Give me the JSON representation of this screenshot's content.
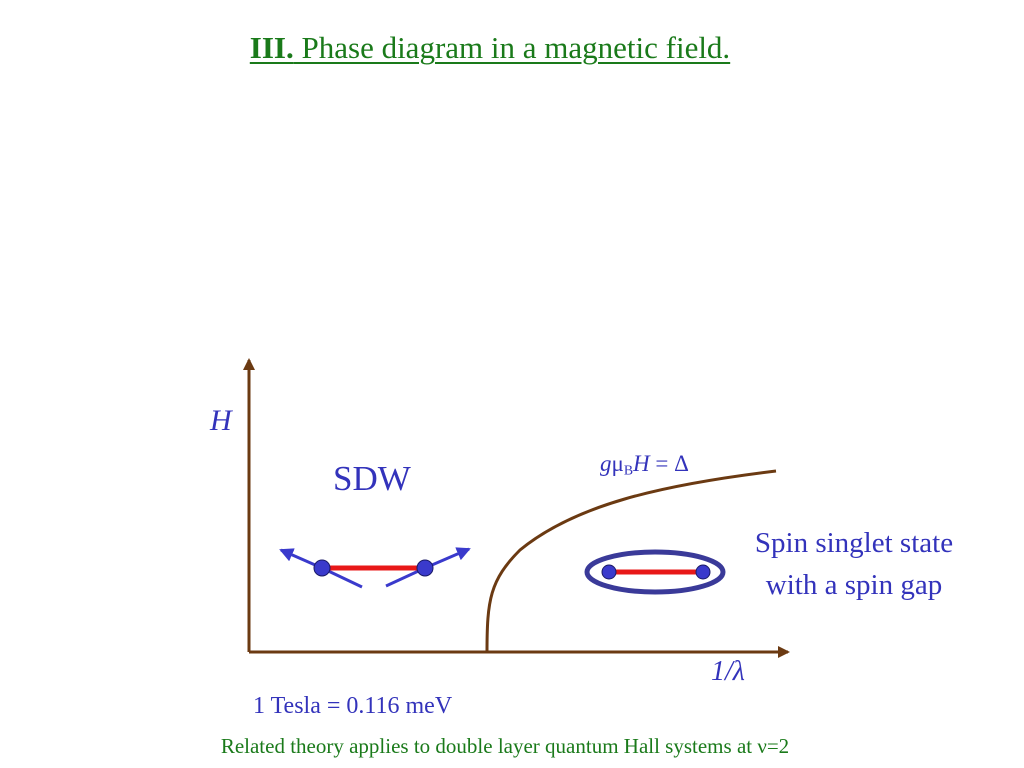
{
  "title": {
    "prefix": "III.",
    "text": "Phase diagram in a magnetic field."
  },
  "axes": {
    "y_label": "H",
    "x_label": "1/λ"
  },
  "regions": {
    "sdw": "SDW",
    "singlet_line1": "Spin singlet state",
    "singlet_line2": "with a spin gap"
  },
  "boundary": {
    "g": "g",
    "mu": "μ",
    "sub": "B",
    "rest_h": "H",
    "rest_eq": " = Δ"
  },
  "conversion": "1 Tesla = 0.116 meV",
  "footer": "Related theory applies to double layer quantum Hall systems at ν=2",
  "colors": {
    "title": "#1a7a1a",
    "label": "#3333bb",
    "axis": "#6b3a12",
    "bond": "#e81818",
    "spin": "#3a3acc"
  }
}
